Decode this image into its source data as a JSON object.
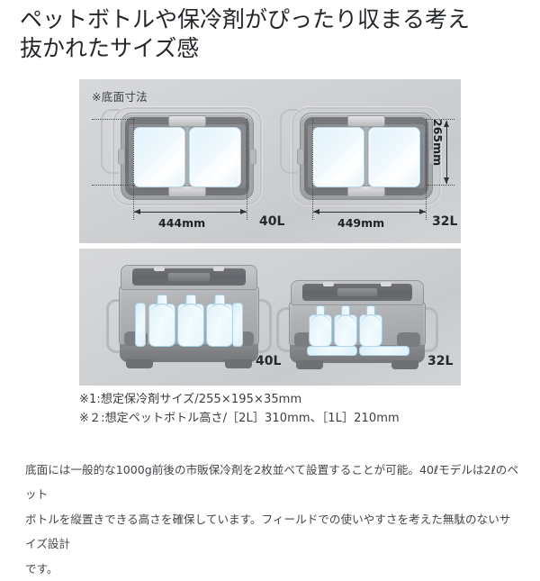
{
  "heading": {
    "line1": "ペットボトルや保冷剤がぴったり収まる考え",
    "line2": "抜かれたサイズ感"
  },
  "figure": {
    "top_panel": {
      "caption": "※底面寸法",
      "coolers": [
        {
          "model_label": "40L",
          "width_dimension": "444mm",
          "ice_packs": 2
        },
        {
          "model_label": "32L",
          "width_dimension": "449mm",
          "depth_dimension": "265mm",
          "ice_packs": 2
        }
      ]
    },
    "bottom_panel": {
      "coolers": [
        {
          "model_label": "40L",
          "bottles": 3,
          "ice_packs_vertical": 2
        },
        {
          "model_label": "32L",
          "bottles": 3,
          "ice_packs_horizontal": 2
        }
      ]
    }
  },
  "notes": [
    "※1:想定保冷剤サイズ/255×195×35mm",
    "※２:想定ペットボトル高さ/［2L］310mm、［1L］210mm"
  ],
  "body_copy": {
    "line1": "底面には一般的な1000g前後の市販保冷剤を2枚並べて設置することが可能。40ℓモデルは2ℓのペット",
    "line2": "ボトルを縦置きできる高さを確保しています。フィールドでの使いやすさを考えた無駄のないサイズ設計",
    "line3": "です。"
  },
  "colors": {
    "panel_bg": "#cfd1d3",
    "cooler_body": "#a9acaf",
    "cooler_dark": "#6e7073",
    "icepack": "#e4f2fa",
    "text": "#2b2b2b"
  }
}
